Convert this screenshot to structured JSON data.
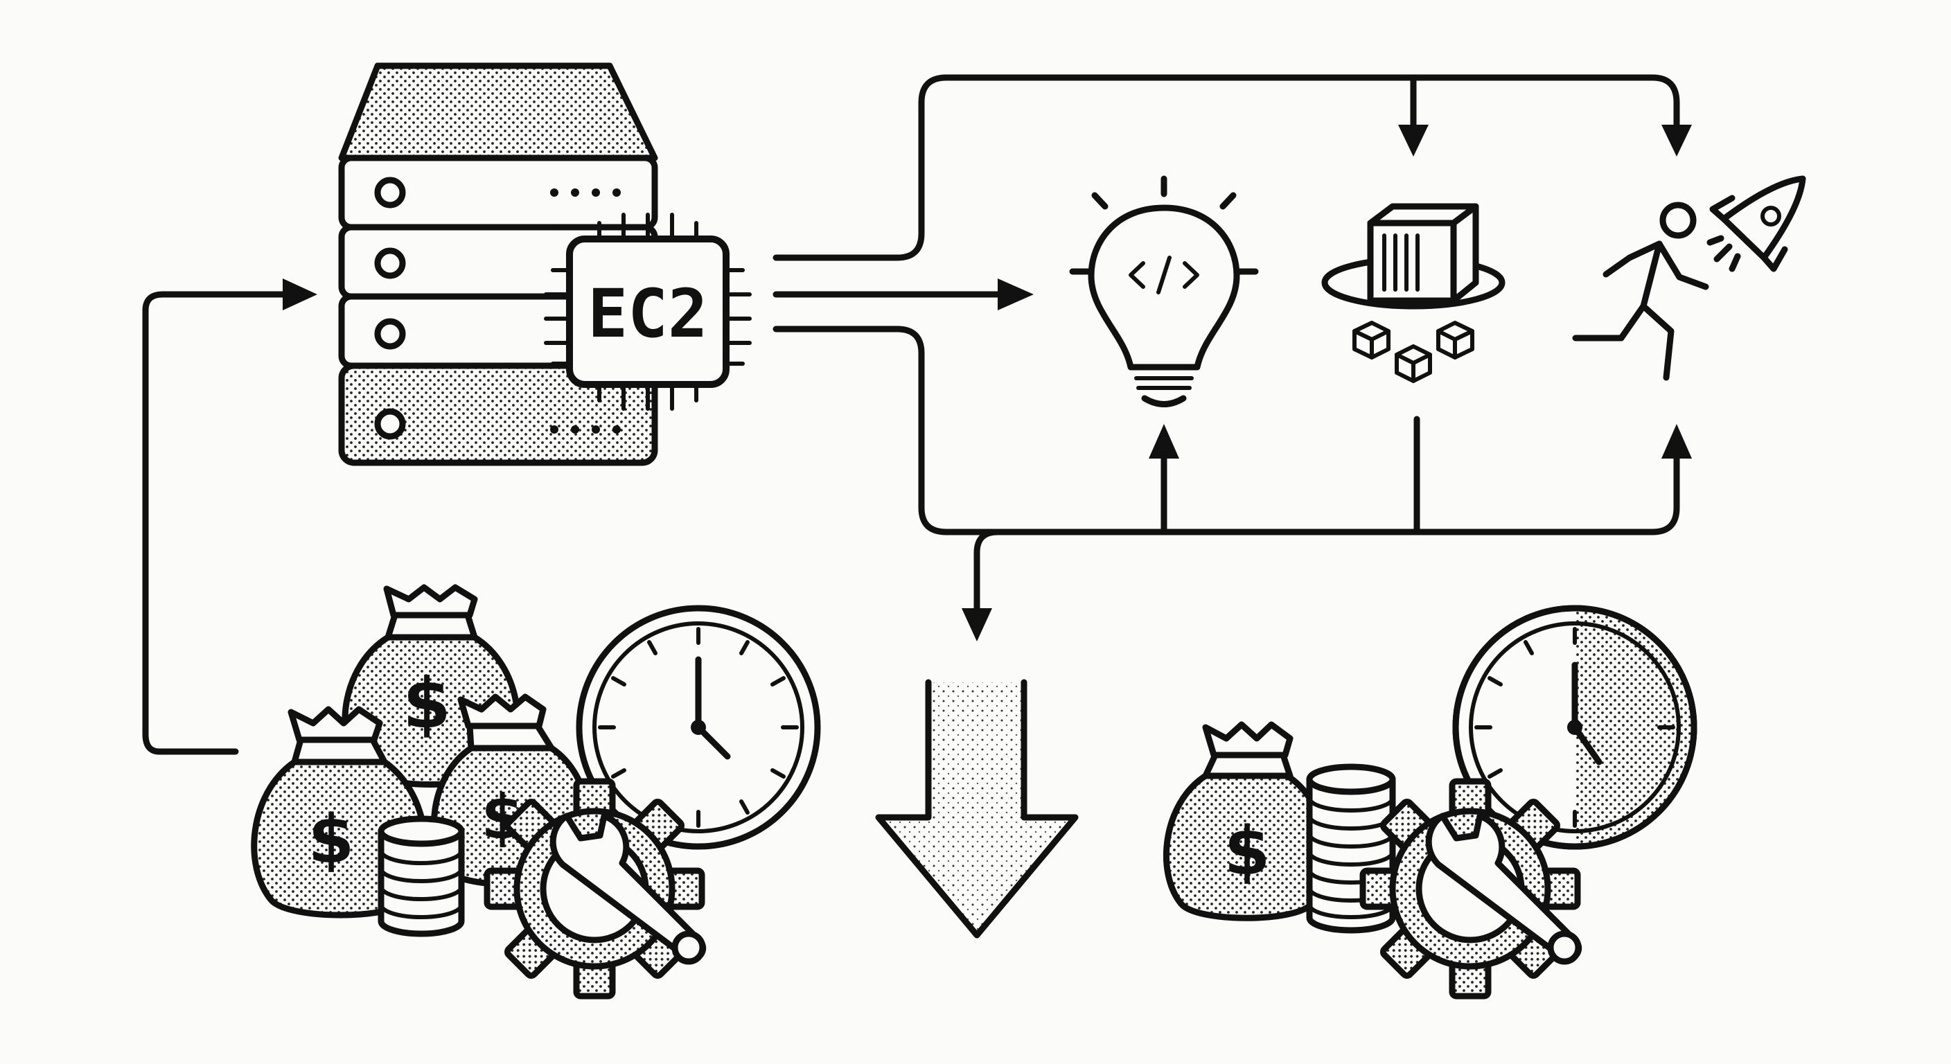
{
  "diagram": {
    "chip_label": "EC2",
    "currency_symbol": "$",
    "nodes": [
      {
        "id": "ec2-server",
        "icon": "server-rack-icon"
      },
      {
        "id": "develop",
        "icon": "lightbulb-code-icon"
      },
      {
        "id": "deploy",
        "icon": "container-platform-icon"
      },
      {
        "id": "launch",
        "icon": "running-person-rocket-icon"
      },
      {
        "id": "high-cost",
        "icon": "money-bags-clock-gear-icon"
      },
      {
        "id": "reduction",
        "icon": "down-arrow-icon"
      },
      {
        "id": "low-cost",
        "icon": "money-bag-clock-gear-icon"
      }
    ],
    "colors": {
      "ink": "#111111",
      "paper": "#fbfbf9"
    }
  }
}
